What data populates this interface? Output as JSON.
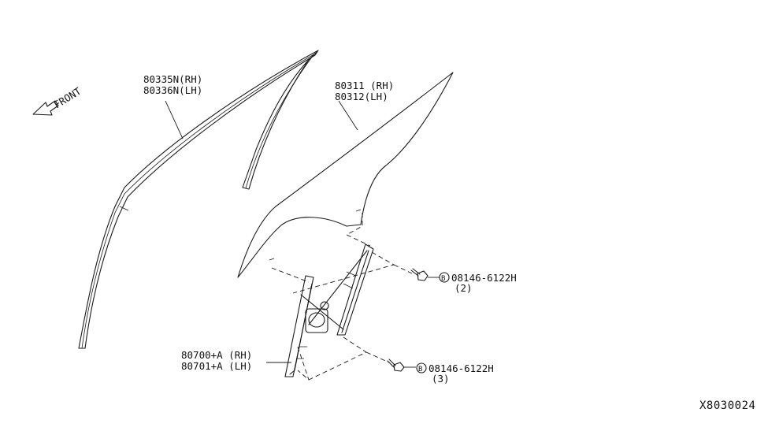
{
  "front_label": "FRONT",
  "parts": {
    "molding": {
      "rh": "80335N(RH)",
      "lh": "80336N(LH)"
    },
    "glass": {
      "rh": "80311 (RH)",
      "lh": "80312(LH)"
    },
    "regulator": {
      "rh": "80700+A (RH)",
      "lh": "80701+A (LH)"
    },
    "bolt_upper": {
      "badge": "B",
      "number": "08146-6122H",
      "qty": "(2)"
    },
    "bolt_lower": {
      "badge": "B",
      "number": "08146-6122H",
      "qty": "(3)"
    }
  },
  "diagram_code": "X8030024"
}
